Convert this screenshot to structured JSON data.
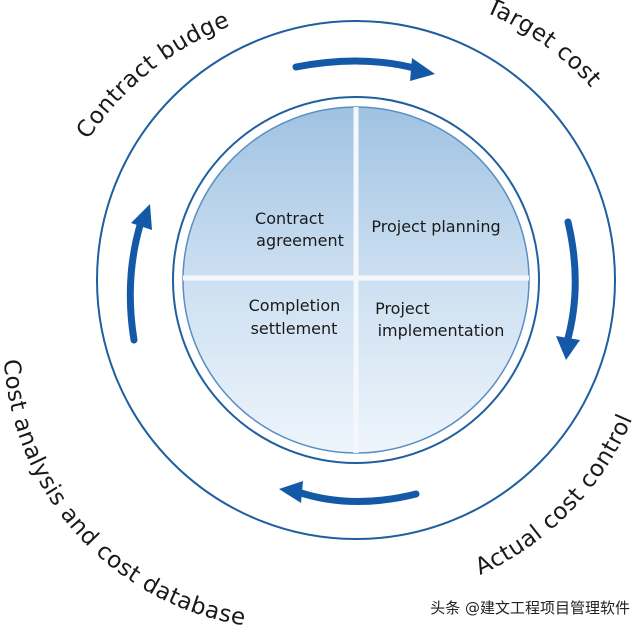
{
  "cycle_stages": [
    {
      "id": "contract-budget",
      "label": "Contract budget"
    },
    {
      "id": "target-cost",
      "label": "Target cost"
    },
    {
      "id": "actual-cost-control",
      "label": "Actual cost control"
    },
    {
      "id": "cost-analysis",
      "label": "Cost analysis and cost database"
    }
  ],
  "quadrants": {
    "top_left": [
      "Contract",
      "agreement"
    ],
    "top_right": [
      "Project planning"
    ],
    "bottom_left": [
      "Completion",
      "settlement"
    ],
    "bottom_right": [
      "Project",
      "implementation"
    ]
  },
  "watermark": "头条 @建文工程项目管理软件",
  "colors": {
    "ring_stroke": "#1f5f9f",
    "arrow": "#1459a8",
    "fill_light": "#eef5fb",
    "fill_mid": "#c9ddf0",
    "fill_dark": "#9fc2e2",
    "divider": "#f4f8fc"
  }
}
